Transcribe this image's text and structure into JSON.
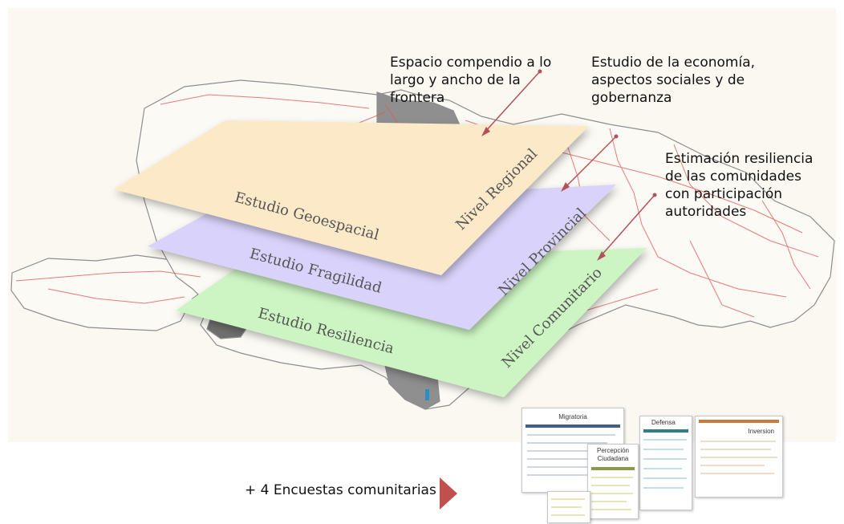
{
  "layers": [
    {
      "level": "Nivel Regional",
      "study": "Estudio Geoespacial",
      "color": "#fbe9c8"
    },
    {
      "level": "Nivel Provincial",
      "study": "Estudio Fragilidad",
      "color": "#d9d3fb"
    },
    {
      "level": "Nivel Comunitario",
      "study": "Estudio Resiliencia",
      "color": "#cdf5c3"
    }
  ],
  "annotations": [
    {
      "text": "Espacio compendio a lo\nlargo y ancho de la\nfrontera"
    },
    {
      "text": "Estudio de la economía,\naspectos sociales y de\ngobernanza"
    },
    {
      "text": "Estimación resiliencia\nde las comunidades\ncon participación\nautoridades"
    }
  ],
  "surveys_label": "+ 4 Encuestas comunitarias",
  "surveys": [
    {
      "title": "Migratoria",
      "accent": "#3f5f8f"
    },
    {
      "title": "Defensa",
      "accent": "#2f7f8a"
    },
    {
      "title": "Inversion",
      "accent": "#c87a3a"
    },
    {
      "title": "Percepción\nCiudadana",
      "accent": "#8a9a4a"
    }
  ],
  "colors": {
    "arrow": "#b4505a",
    "road": "#e05a5a",
    "border": "#9a9a9a",
    "chevron": "#c0504d"
  }
}
